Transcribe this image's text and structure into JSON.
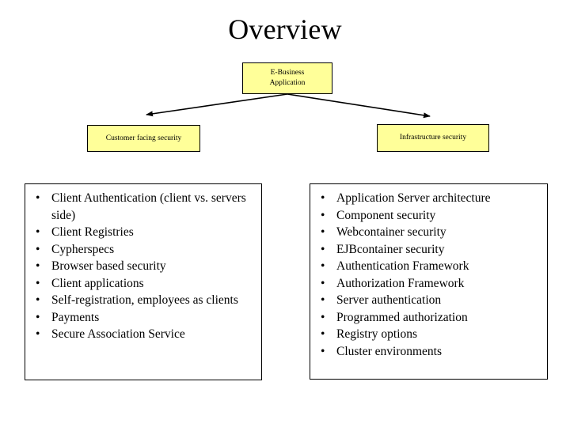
{
  "slide": {
    "title": "Overview",
    "background_color": "#ffffff",
    "text_color": "#000000",
    "box_fill_color": "#ffff99",
    "box_border_color": "#000000"
  },
  "diagram": {
    "root_box": {
      "label_line1": "E-Business",
      "label_line2": "Application"
    },
    "branches": [
      {
        "label": "Customer facing security"
      },
      {
        "label": "Infrastructure security"
      }
    ],
    "connector_count": 2
  },
  "panels": [
    {
      "name": "customer-facing-security",
      "items": [
        "Client Authentication (client vs. servers side)",
        "Client Registries",
        "Cypherspecs",
        "Browser based security",
        "Client applications",
        "Self-registration, employees as clients",
        "Payments",
        "Secure Association Service"
      ]
    },
    {
      "name": "infrastructure-security",
      "items": [
        "Application Server architecture",
        "Component security",
        "Webcontainer security",
        "EJBcontainer security",
        "Authentication Framework",
        "Authorization Framework",
        "Server authentication",
        "Programmed authorization",
        "Registry options",
        "Cluster environments"
      ]
    }
  ],
  "bullet_glyph": "•"
}
